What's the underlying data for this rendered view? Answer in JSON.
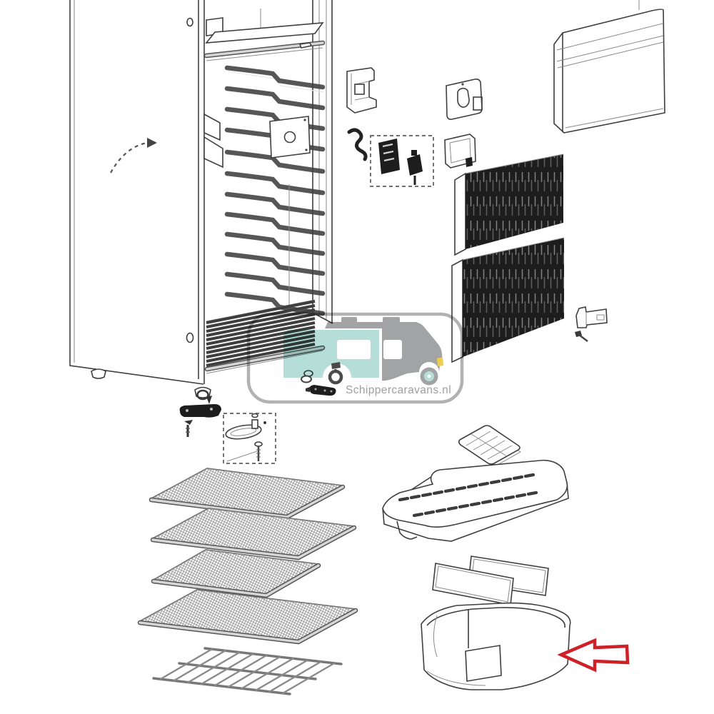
{
  "diagram": {
    "type": "exploded-parts-diagram",
    "subject": "caravan absorption refrigerator spare parts",
    "watermark": {
      "text": "Schippercaravans.nl"
    },
    "highlight": {
      "shape": "arrow-left",
      "target": "crisper-drawer"
    },
    "colors": {
      "bg": "#ffffff",
      "line": "#3f3f3f",
      "line-light": "#8a8a8a",
      "dark-fill": "#1d1d1d",
      "arrow-red": "#cd2027",
      "wm-gray": "#9d9ea0",
      "wm-teal": "#b2ddd6",
      "wm-yellow": "#eccb43",
      "wm-border": "#aeaeae",
      "wm-text": "#9a9a9a"
    },
    "parts": [
      "refrigerator-cabinet",
      "cooling-fin-back-wall",
      "freezer-shelf",
      "floor-grille",
      "leveling-feet",
      "door-frame",
      "mounting-bracket-cover",
      "ignition-cable",
      "electronics-kit",
      "relay-box",
      "control-box",
      "door-outer-panel",
      "vent-grille-upper",
      "vent-grille-lower",
      "grille-clip",
      "grille-screw",
      "door-hinge-bar",
      "hinge-screw",
      "hinge-assembly-kit",
      "retainer-ring",
      "ice-cube-tray",
      "wire-shelf-1",
      "wire-shelf-2",
      "wire-shelf-3",
      "wire-shelf-4",
      "bottle-rack",
      "crisper-cover",
      "glass-panel-rear",
      "glass-panel-front",
      "crisper-drawer",
      "burner-rail",
      "grommet",
      "bolt-ring"
    ]
  }
}
